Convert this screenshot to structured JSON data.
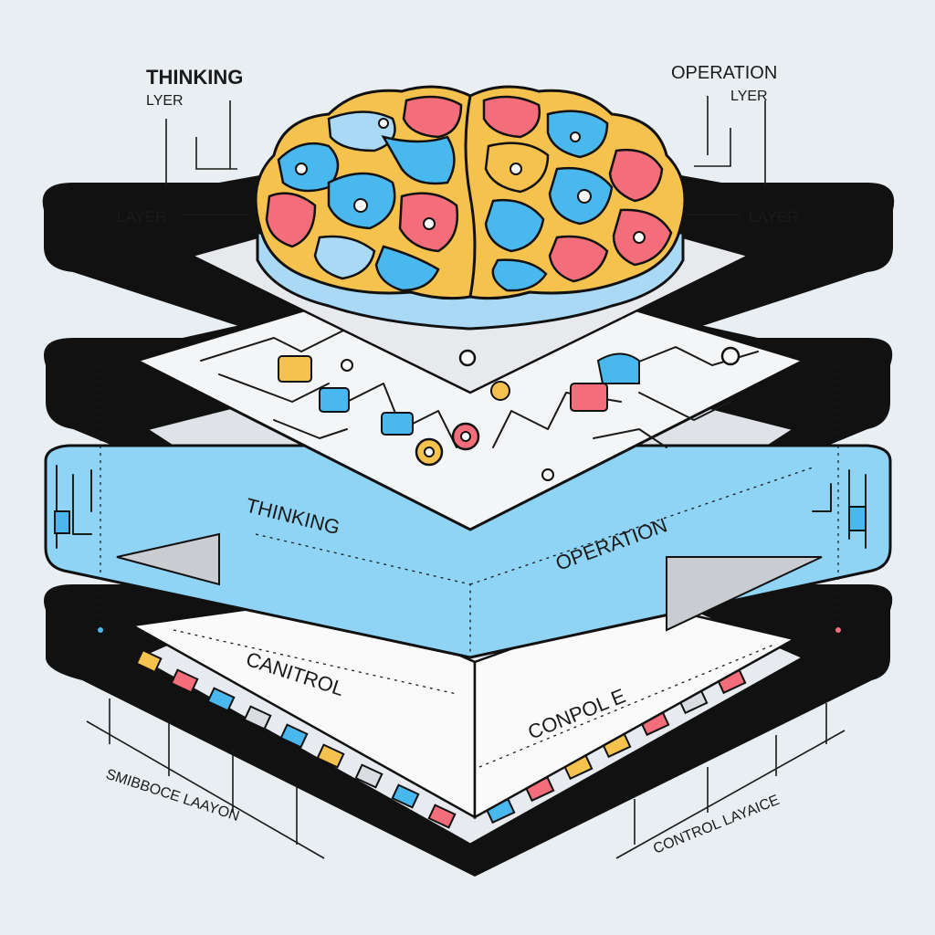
{
  "labels": {
    "thinking_top": "THINKING",
    "thinking_sub": "LYER",
    "layer_left": "LAYER",
    "operation_top": "OPERATION",
    "operation_sub": "LYER",
    "layer_right": "LAYER",
    "band_thinking": "THINKING",
    "band_operation": "OPERATION",
    "control_left": "CANITROL",
    "control_right": "CONPOL E",
    "bottom_left": "SMIBBOCE LAAYON",
    "bottom_right": "CONTROL LAYAICE"
  },
  "colors": {
    "background": "#e9eef3",
    "slab": "#111111",
    "band_blue": "#8fd3f5",
    "brain_blue": "#49b8ee",
    "brain_pink": "#f36d7a",
    "brain_yellow": "#f5c24e",
    "brain_light": "#a9d9f5",
    "panel_white": "#fafafa",
    "panel_gray": "#d9dde1"
  },
  "icons": [
    "brain-icon",
    "circuit-pattern-icon"
  ]
}
